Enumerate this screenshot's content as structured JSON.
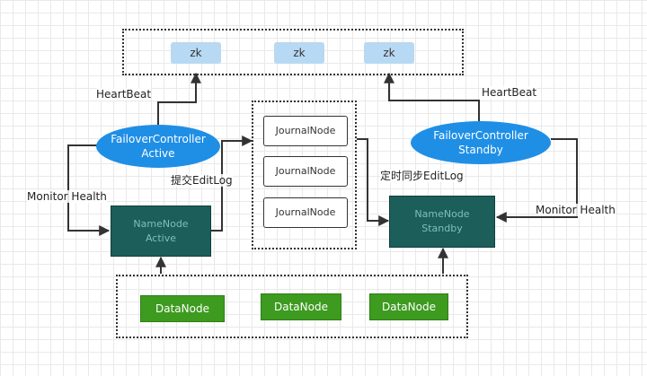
{
  "zk_nodes": [
    {
      "label": "zk"
    },
    {
      "label": "zk"
    },
    {
      "label": "zk"
    }
  ],
  "failover": {
    "active": "FailoverController\nActive",
    "standby": "FailoverController\nStandby"
  },
  "namenode": {
    "active": "NameNode\nActive",
    "standby": "NameNode\nStandby"
  },
  "journal_nodes": [
    {
      "label": "JournalNode"
    },
    {
      "label": "JournalNode"
    },
    {
      "label": "JournalNode"
    }
  ],
  "data_nodes": [
    {
      "label": "DataNode"
    },
    {
      "label": "DataNode"
    },
    {
      "label": "DataNode"
    }
  ],
  "labels": {
    "heartbeat_left": "HeartBeat",
    "heartbeat_right": "HeartBeat",
    "monitor_left": "Monitor Health",
    "monitor_right": "Monitor Health",
    "submit_editlog": "提交EditLog",
    "sync_editlog": "定时同步EditLog"
  },
  "colors": {
    "zk": "#b7d9f3",
    "failover": "#1f8fe6",
    "namenode": "#1b5e5a",
    "datanode": "#3d9b1f",
    "line": "#333333"
  }
}
